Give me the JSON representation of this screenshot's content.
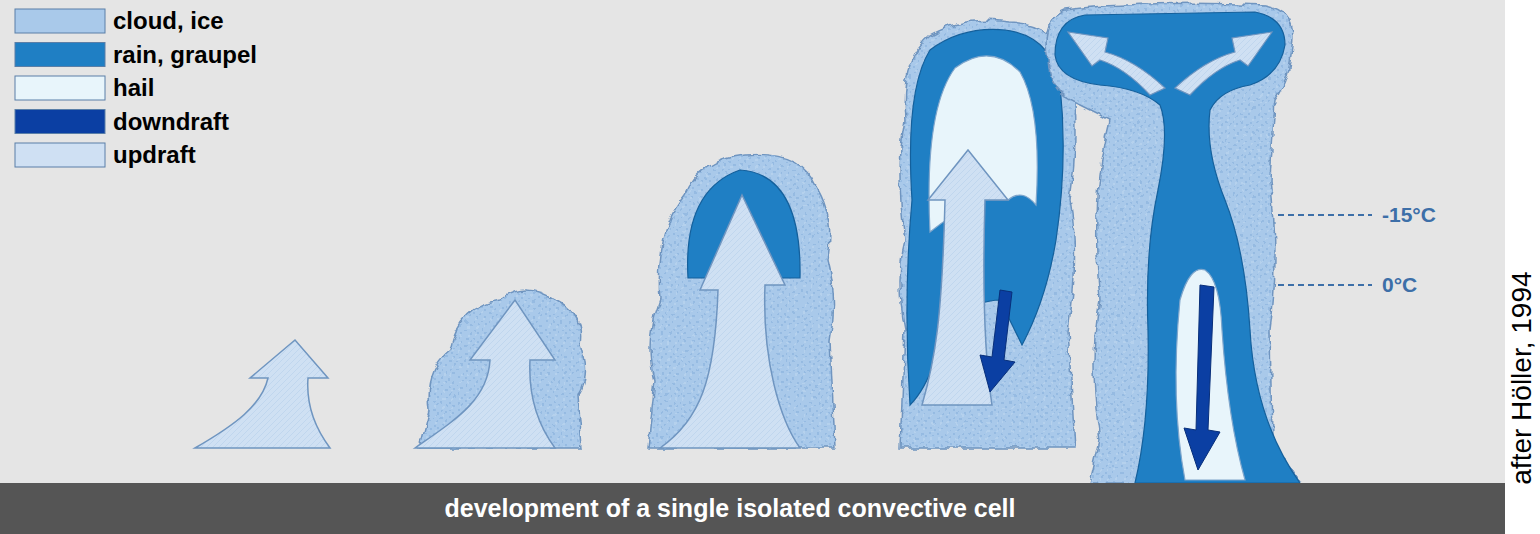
{
  "diagram": {
    "caption": "development of a single isolated convective cell",
    "labels": [
      "-15°C",
      "0°C",
      "after Höller, 1994"
    ],
    "legend": [
      {
        "text": "cloud, ice",
        "color": "#a9c9ea"
      },
      {
        "text": "rain, graupel",
        "color": "#1f7fc4"
      },
      {
        "text": "hail",
        "color": "#e8f5fb"
      },
      {
        "text": "downdraft",
        "color": "#0b3fa3"
      },
      {
        "text": "updraft",
        "color": "#cfe0f3"
      }
    ]
  }
}
